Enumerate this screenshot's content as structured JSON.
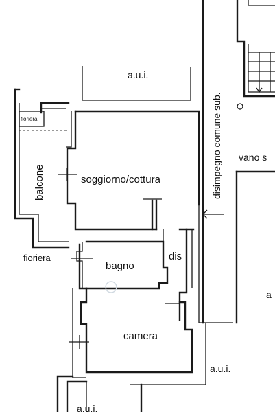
{
  "labels": {
    "aui_top": "a.u.i.",
    "fioriera_top": "fioriera",
    "balcone": "balcone",
    "soggiorno": "soggiorno/cottura",
    "disimpegno": "disimpegno comune sub.",
    "vano": "vano s",
    "fioriera_bottom": "fioriera",
    "bagno": "bagno",
    "dis": "dis",
    "a_right": "a",
    "camera": "camera",
    "aui_right": "a.u.i.",
    "aui_bottom": "a.u.i."
  }
}
